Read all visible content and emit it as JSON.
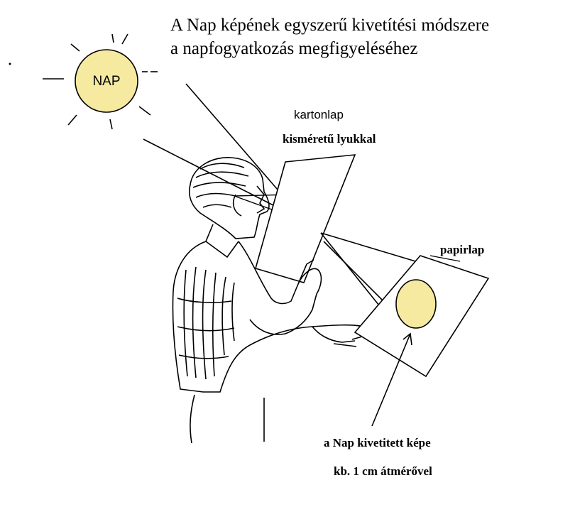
{
  "title": {
    "line1": "A Nap képének egyszerű kivetítési módszere",
    "line2": "a napfogyatkozás megfigyeléséhez"
  },
  "labels": {
    "sun": "NAP",
    "card": "kartonlap",
    "card_note": "kisméretű lyukkal",
    "paper": "papirlap",
    "image": "a Nap kivetitett képe",
    "image_size": "kb. 1 cm átmérővel"
  },
  "colors": {
    "sun_fill": "#f5eaa0",
    "image_fill": "#f5eaa0",
    "ink": "#000000",
    "background": "#ffffff"
  },
  "icons": {
    "sun": "sun-icon",
    "person": "person-figure-icon",
    "card": "card-sheet-icon",
    "paper": "paper-sheet-icon"
  }
}
